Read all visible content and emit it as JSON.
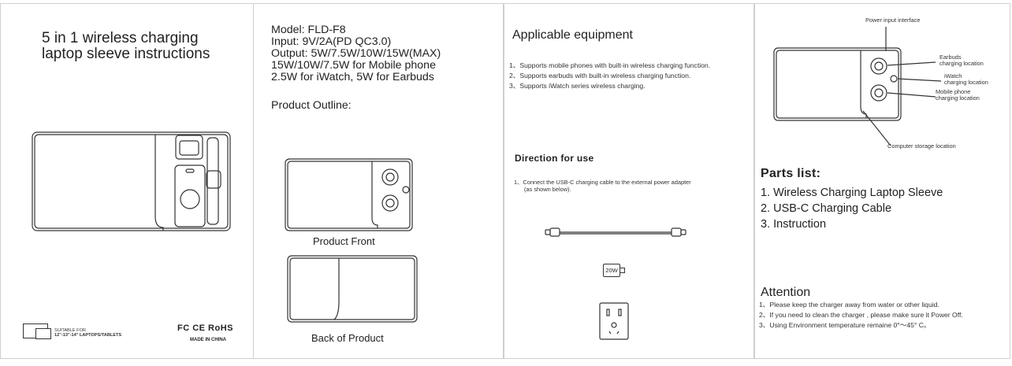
{
  "panel1": {
    "title_line1": "5 in 1 wireless charging",
    "title_line2": "laptop sleeve instructions",
    "suitable_for": "SUITABLE FOR",
    "laptop_sizes": "12\"-13\"-14\" LAPTOPS/TABLETS",
    "cert_marks": "FC CE RoHS",
    "made_in": "MADE IN CHINA"
  },
  "panel2": {
    "specs": [
      "Model: FLD-F8",
      "Input: 9V/2A(PD   QC3.0)",
      "Output: 5W/7.5W/10W/15W(MAX)",
      "15W/10W/7.5W for Mobile phone",
      "2.5W for iWatch, 5W for Earbuds"
    ],
    "outline_heading": "Product Outline:",
    "front_label": "Product Front",
    "back_label": "Back of Product"
  },
  "panel3": {
    "heading": "Applicable equipment",
    "items": [
      "1、Supports mobile phones with built-in wireless charging function.",
      "2、Supports earbuds with built-in wireless charging function.",
      "3、Supports iWatch series wireless charging."
    ],
    "direction_heading": "Direction for use",
    "direction_line1": "1、Connect the USB-C charging cable to the external power adapter",
    "direction_line2": "(as shown below).",
    "adapter_label": "20W"
  },
  "panel4": {
    "callout_power": "Power input interface",
    "callout_earbuds_1": "Earbuds",
    "callout_earbuds_2": "charging location",
    "callout_iwatch_1": "iWatch",
    "callout_iwatch_2": "charging location",
    "callout_phone_1": "Mobile phone",
    "callout_phone_2": "charging location",
    "callout_storage": "Computer storage location",
    "parts_heading": "Parts list:",
    "parts": [
      "1. Wireless Charging Laptop Sleeve",
      "2. USB-C Charging Cable",
      "3. Instruction"
    ],
    "attention_heading": "Attention",
    "attention_items": [
      "1、Please keep the charger away from water or other liquid.",
      "2、If you need to clean the charger , please make sure it Power Off.",
      "3、Using Environment temperature remaine 0°～45° C。"
    ]
  }
}
